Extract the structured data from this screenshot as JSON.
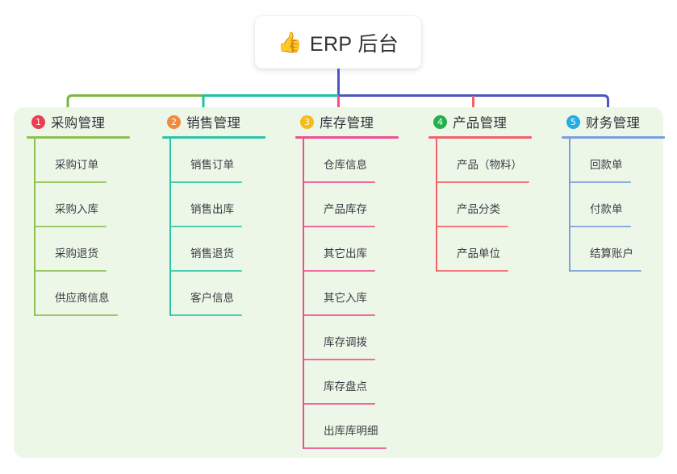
{
  "root": {
    "icon": "thumbs-up-icon",
    "icon_glyph": "👍",
    "title": "ERP 后台"
  },
  "theme": {
    "page_background": "#ffffff",
    "panel_background": "#edf7e8",
    "root_box_background": "#ffffff",
    "root_stem_color": "#4a56c4",
    "text_color": "#30333a"
  },
  "connector": {
    "bar_segments": [
      {
        "name": "purchase-to-sales",
        "color": "#7cb342"
      },
      {
        "name": "sales-to-center",
        "color": "#16c3a4"
      },
      {
        "name": "center-to-right",
        "color": "#4a56c4"
      }
    ],
    "drops": [
      {
        "name": "drop-purchase",
        "color": "#7cb342"
      },
      {
        "name": "drop-sales",
        "color": "#16c3a4"
      },
      {
        "name": "drop-inventory",
        "color": "#ef4f91"
      },
      {
        "name": "drop-product",
        "color": "#f4606c"
      },
      {
        "name": "drop-finance",
        "color": "#4a6fd0"
      }
    ]
  },
  "columns": [
    {
      "index": "1",
      "title": "采购管理",
      "badge_color": "#ef3b54",
      "line_color": "#8cc152",
      "items": [
        {
          "label": "采购订单"
        },
        {
          "label": "采购入库"
        },
        {
          "label": "采购退货"
        },
        {
          "label": "供应商信息"
        }
      ]
    },
    {
      "index": "2",
      "title": "销售管理",
      "badge_color": "#f08a3c",
      "line_color": "#2bc4a9",
      "items": [
        {
          "label": "销售订单"
        },
        {
          "label": "销售出库"
        },
        {
          "label": "销售退货"
        },
        {
          "label": "客户信息"
        }
      ]
    },
    {
      "index": "3",
      "title": "库存管理",
      "badge_color": "#f5bc1a",
      "line_color": "#ef4f91",
      "items": [
        {
          "label": "仓库信息"
        },
        {
          "label": "产品库存"
        },
        {
          "label": "其它出库"
        },
        {
          "label": "其它入库"
        },
        {
          "label": "库存调拨"
        },
        {
          "label": "库存盘点"
        },
        {
          "label": "出库库明细"
        }
      ]
    },
    {
      "index": "4",
      "title": "产品管理",
      "badge_color": "#22b24c",
      "line_color": "#f4606c",
      "items": [
        {
          "label": "产品（物料）"
        },
        {
          "label": "产品分类"
        },
        {
          "label": "产品单位"
        }
      ]
    },
    {
      "index": "5",
      "title": "财务管理",
      "badge_color": "#29abe2",
      "line_color": "#7a9ee0",
      "items": [
        {
          "label": "回款单"
        },
        {
          "label": "付款单"
        },
        {
          "label": "结算账户"
        }
      ]
    }
  ]
}
